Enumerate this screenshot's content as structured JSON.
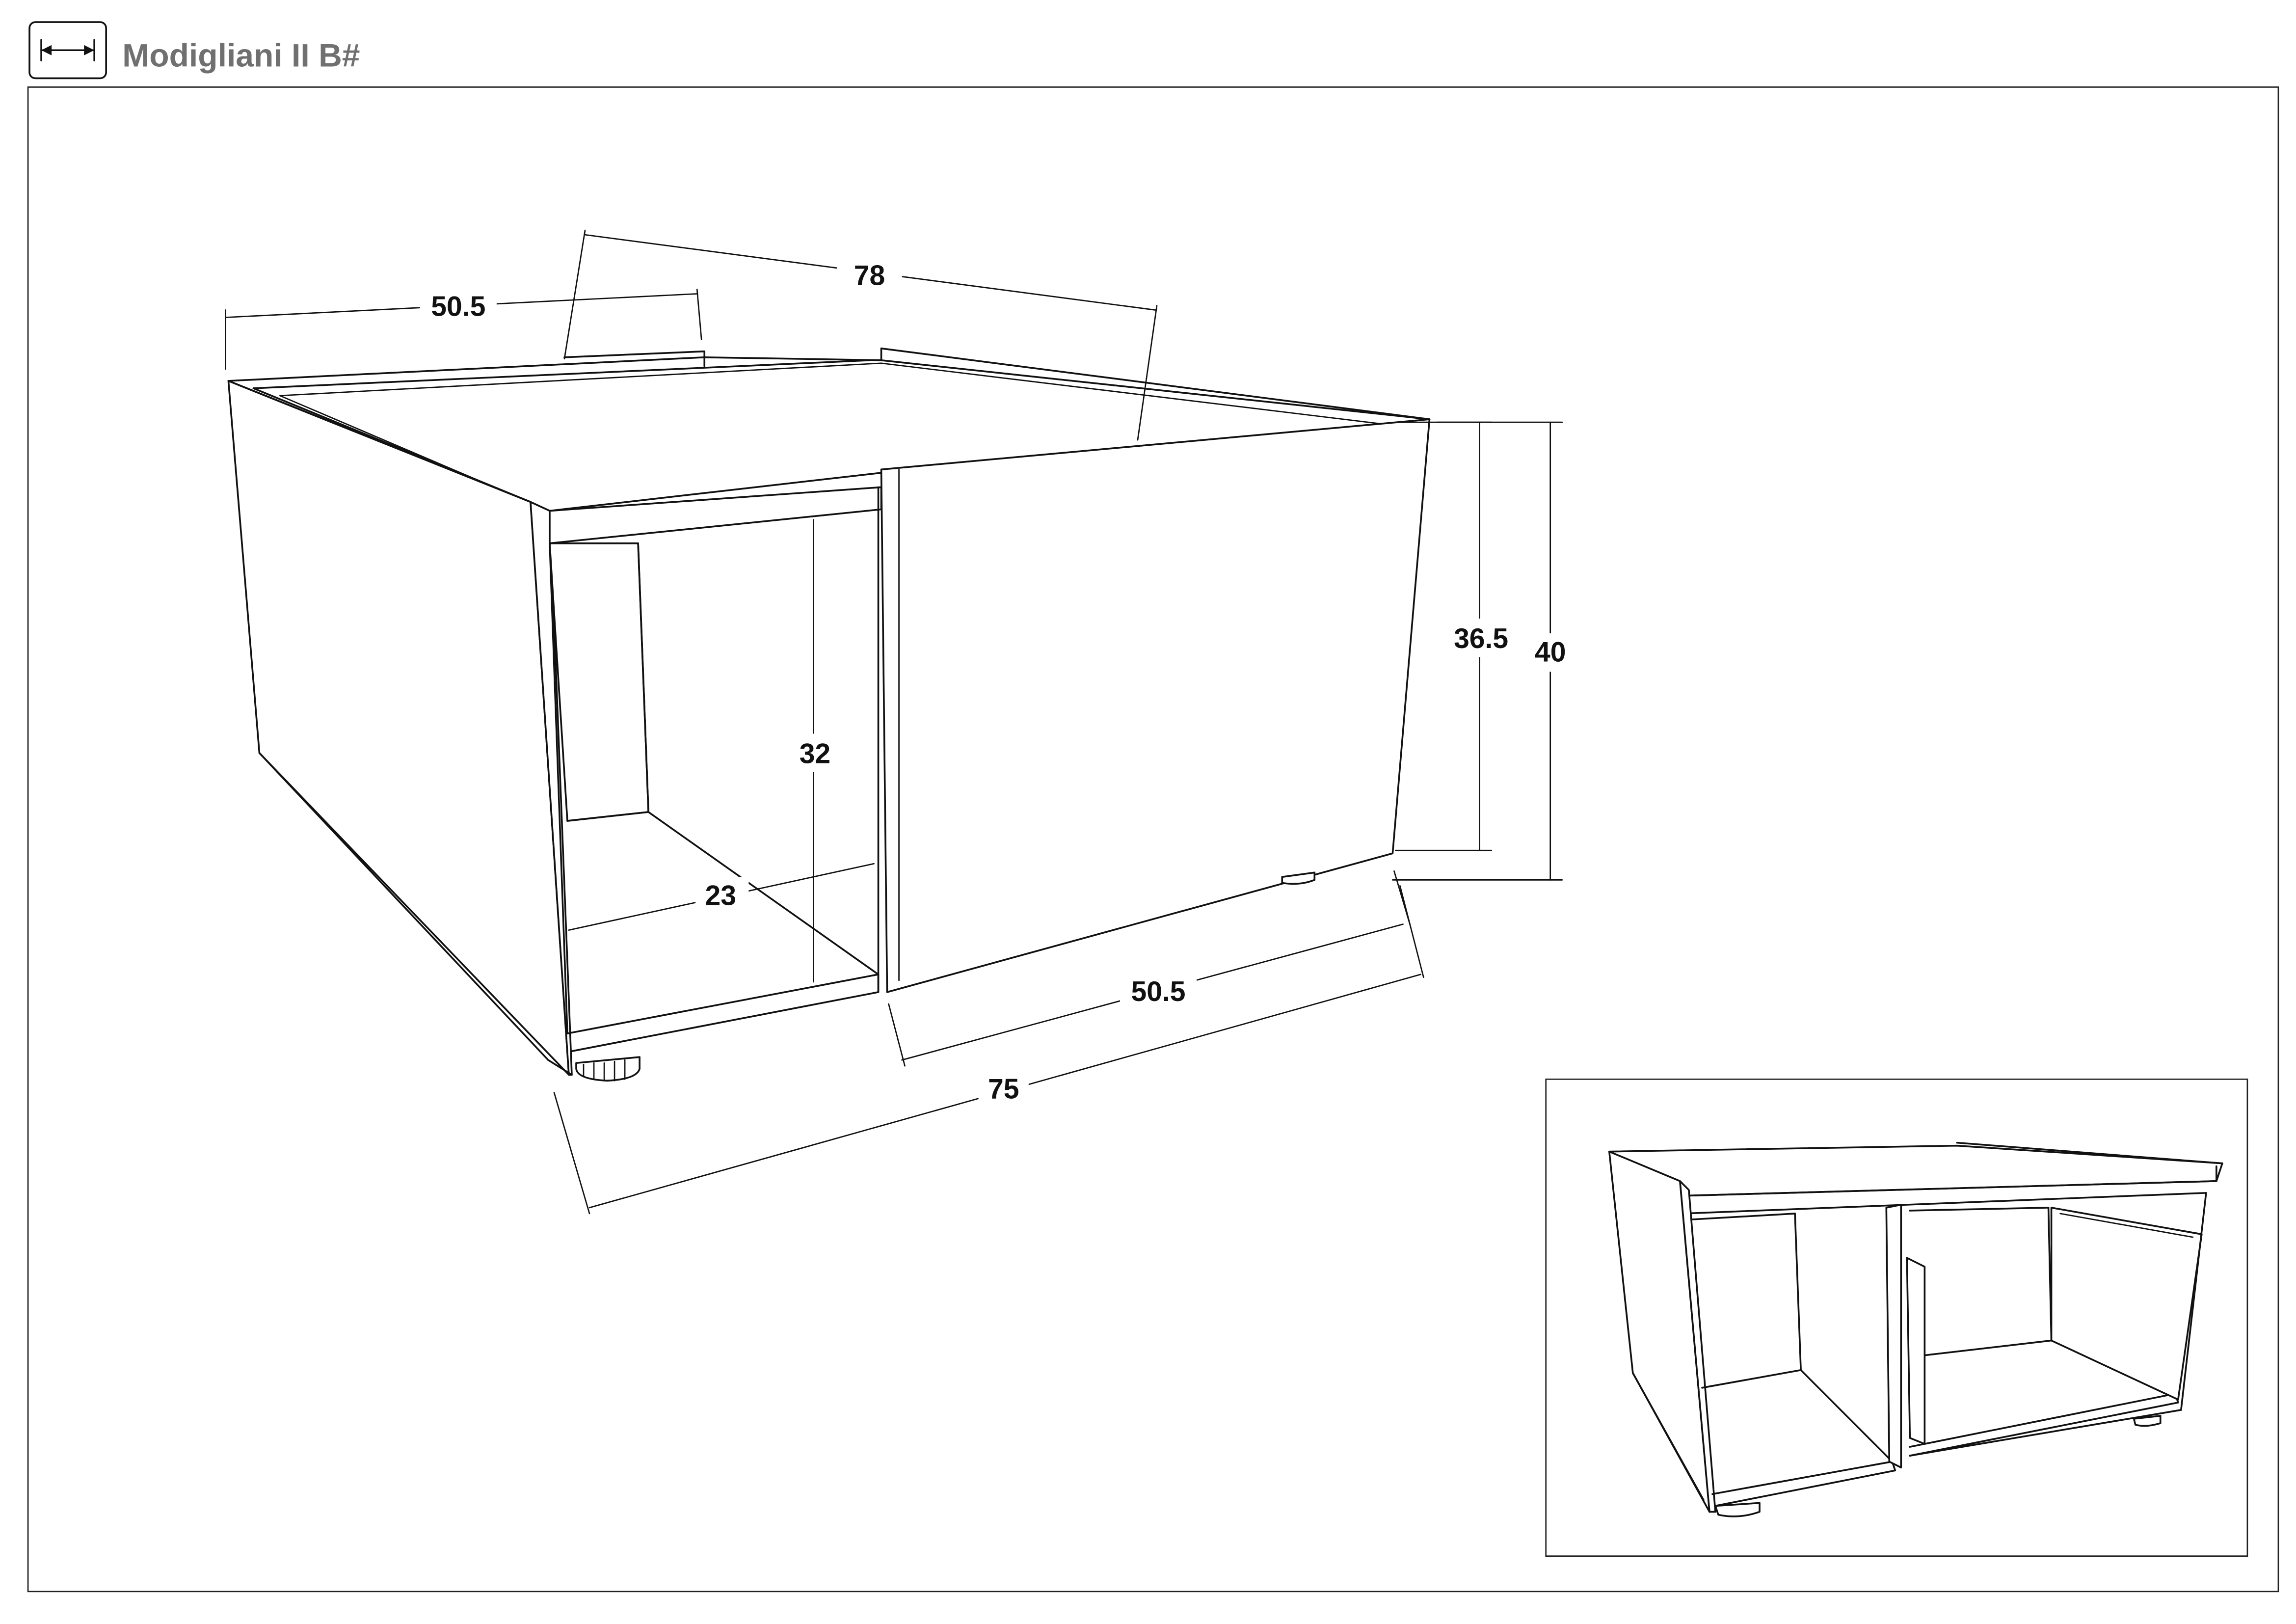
{
  "header": {
    "title": "Modigliani II B#",
    "icon": "dimensions-icon"
  },
  "dimensions": {
    "top_left_width": "50.5",
    "top_depth": "78",
    "front_height_inner": "32",
    "inner_depth": "23",
    "right_height_body": "36.5",
    "right_height_total": "40",
    "front_width_door": "50.5",
    "front_width_total": "75"
  },
  "colors": {
    "line": "#111111",
    "title": "#707070",
    "background": "#ffffff"
  }
}
